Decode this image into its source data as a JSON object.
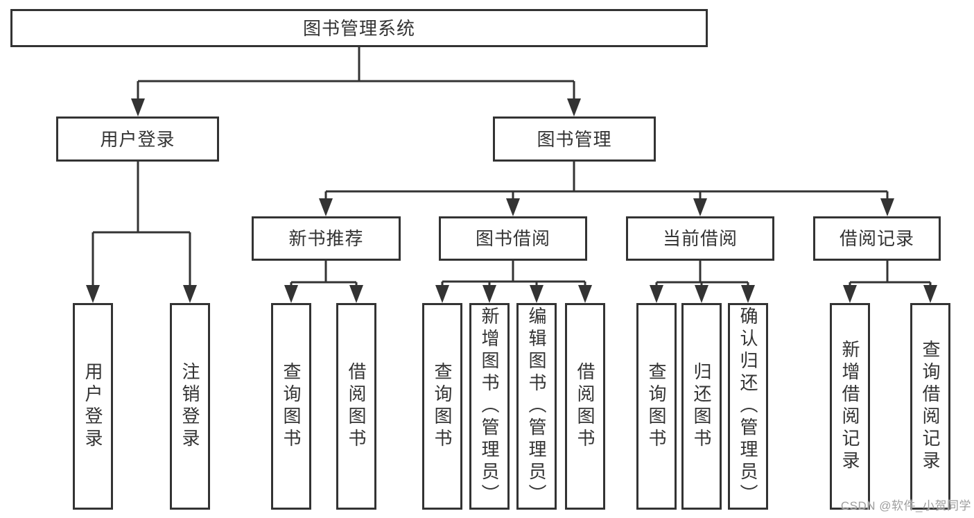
{
  "diagram": {
    "root": {
      "label": "图书管理系统"
    },
    "level2": {
      "user_login": {
        "label": "用户登录"
      },
      "book_mgmt": {
        "label": "图书管理"
      }
    },
    "level3": {
      "new_book_rec": {
        "label": "新书推荐"
      },
      "book_borrow": {
        "label": "图书借阅"
      },
      "current_borrow": {
        "label": "当前借阅"
      },
      "borrow_record": {
        "label": "借阅记录"
      }
    },
    "leaves": {
      "login": {
        "label": "用户登录"
      },
      "logout": {
        "label": "注销登录"
      },
      "nbr_query": {
        "label": "查询图书"
      },
      "nbr_borrow": {
        "label": "借阅图书"
      },
      "bb_query": {
        "label": "查询图书"
      },
      "bb_add": {
        "label": "新增图书（管理员）"
      },
      "bb_edit": {
        "label": "编辑图书（管理员）"
      },
      "bb_borrow": {
        "label": "借阅图书"
      },
      "cb_query": {
        "label": "查询图书"
      },
      "cb_return": {
        "label": "归还图书"
      },
      "cb_confirm": {
        "label": "确认归还（管理员）"
      },
      "br_add": {
        "label": "新增借阅记录"
      },
      "br_query": {
        "label": "查询借阅记录"
      }
    }
  },
  "watermark": {
    "text": "CSDN @软件_小贺同学"
  },
  "colors": {
    "line": "#333333",
    "text": "#333333",
    "background": "#ffffff",
    "watermark": "#9e9e9e"
  }
}
